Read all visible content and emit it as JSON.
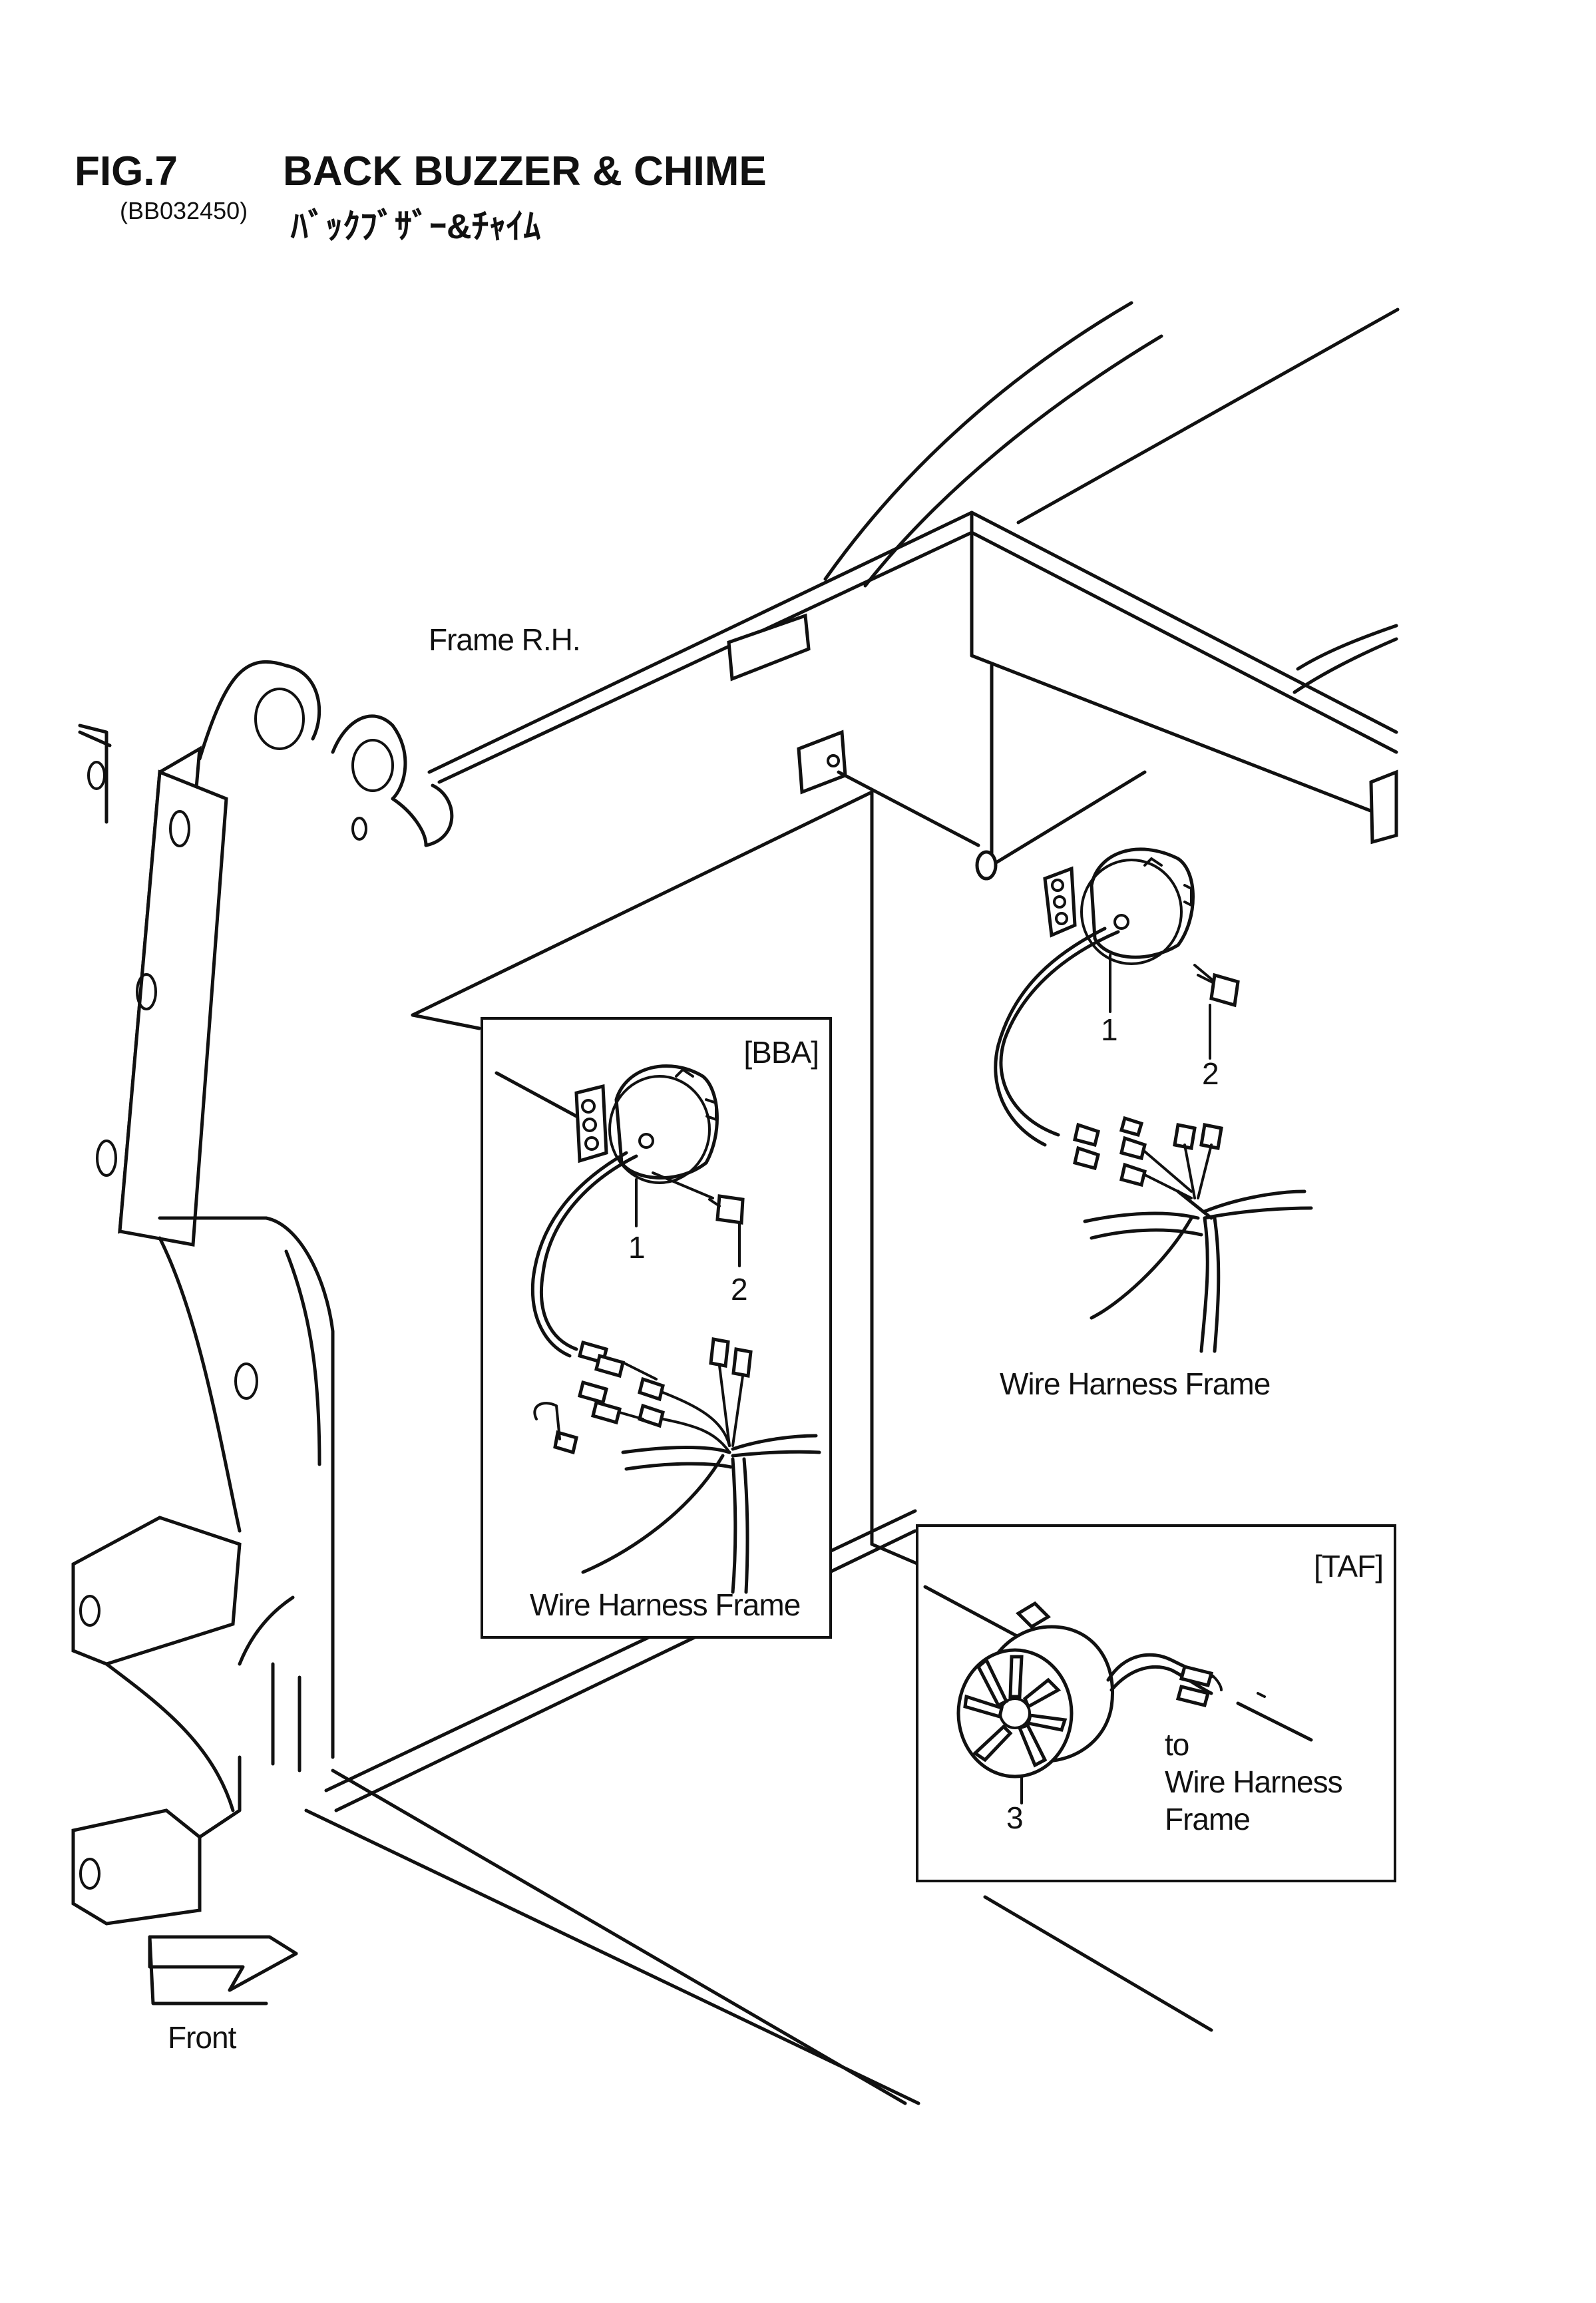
{
  "header": {
    "fig_number": "FIG.7",
    "title": "BACK BUZZER & CHIME",
    "code": "(BB032450)",
    "title_jp": "ﾊﾞｯｸﾌﾞｻﾞｰ&ﾁｬｲﾑ"
  },
  "labels": {
    "frame_rh": "Frame R.H.",
    "wire_harness_frame_main": "Wire Harness Frame",
    "wire_harness_frame_bba": "Wire Harness Frame",
    "front": "Front"
  },
  "insets": {
    "bba": {
      "tag": "[BBA]",
      "callouts": [
        "1",
        "2"
      ]
    },
    "taf": {
      "tag": "[TAF]",
      "callout": "3",
      "note_line1": "to",
      "note_line2": "Wire Harness",
      "note_line3": "Frame"
    }
  },
  "main_callouts": [
    "1",
    "2"
  ]
}
